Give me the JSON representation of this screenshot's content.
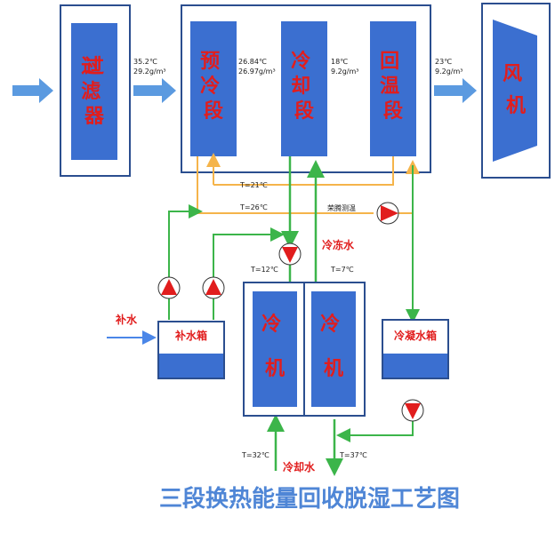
{
  "units": {
    "filter_label": "过\n滤\n器",
    "precool_label": "预\n冷\n段",
    "cooling_label": "冷\n却\n段",
    "reheat_label": "回\n温\n段",
    "fan_label": "风\n机"
  },
  "states": {
    "inlet_temp": "35.2℃",
    "inlet_humidity": "29.2g/m³",
    "precool_out_temp": "26.84℃",
    "precool_out_humidity": "26.97g/m³",
    "cooling_out_temp": "18℃",
    "cooling_out_humidity": "9.2g/m³",
    "outlet_temp": "23℃",
    "outlet_humidity": "9.2g/m³"
  },
  "loop": {
    "t_upper": "T=21℃",
    "t_lower": "T=26℃",
    "pump_label": "荣腾测温"
  },
  "chilled": {
    "label": "冷冻水",
    "t_supply": "T=12℃",
    "t_return": "T=7℃"
  },
  "makeup": {
    "side_label": "补水",
    "tank_label": "补水箱"
  },
  "chillers": {
    "left_label": "冷\n机",
    "right_label": "冷\n机"
  },
  "condensate": {
    "tank_label": "冷凝水箱"
  },
  "cooling_water": {
    "label": "冷却水",
    "t_in": "T=32℃",
    "t_out": "T=37℃"
  },
  "title": "三段换热能量回收脱湿工艺图"
}
